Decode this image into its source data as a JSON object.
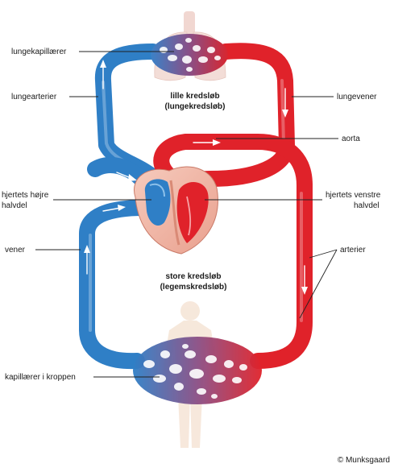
{
  "diagram": {
    "labels": {
      "lungekapillaerer": "lungekapillærer",
      "lungearterier": "lungearterier",
      "lungevener": "lungevener",
      "aorta": "aorta",
      "hjertets_hojre_line1": "hjertets højre",
      "hjertets_hojre_line2": "halvdel",
      "hjertets_venstre_line1": "hjertets venstre",
      "hjertets_venstre_line2": "halvdel",
      "vener": "vener",
      "arterier": "arterier",
      "kapillaerer_i_kroppen": "kapillærer i kroppen"
    },
    "lille_kredslob": {
      "line1": "lille kredsløb",
      "line2": "(lungekredsløb)"
    },
    "store_kredslob": {
      "line1": "store kredsløb",
      "line2": "(legemskredsløb)"
    },
    "copyright": "© Munksgaard"
  },
  "colors": {
    "oxygen_poor": "#2f7fc6",
    "oxygen_rich": "#e0222a",
    "heart_tissue": "#f2b9a8",
    "body_silhouette": "#f1d9c4"
  }
}
